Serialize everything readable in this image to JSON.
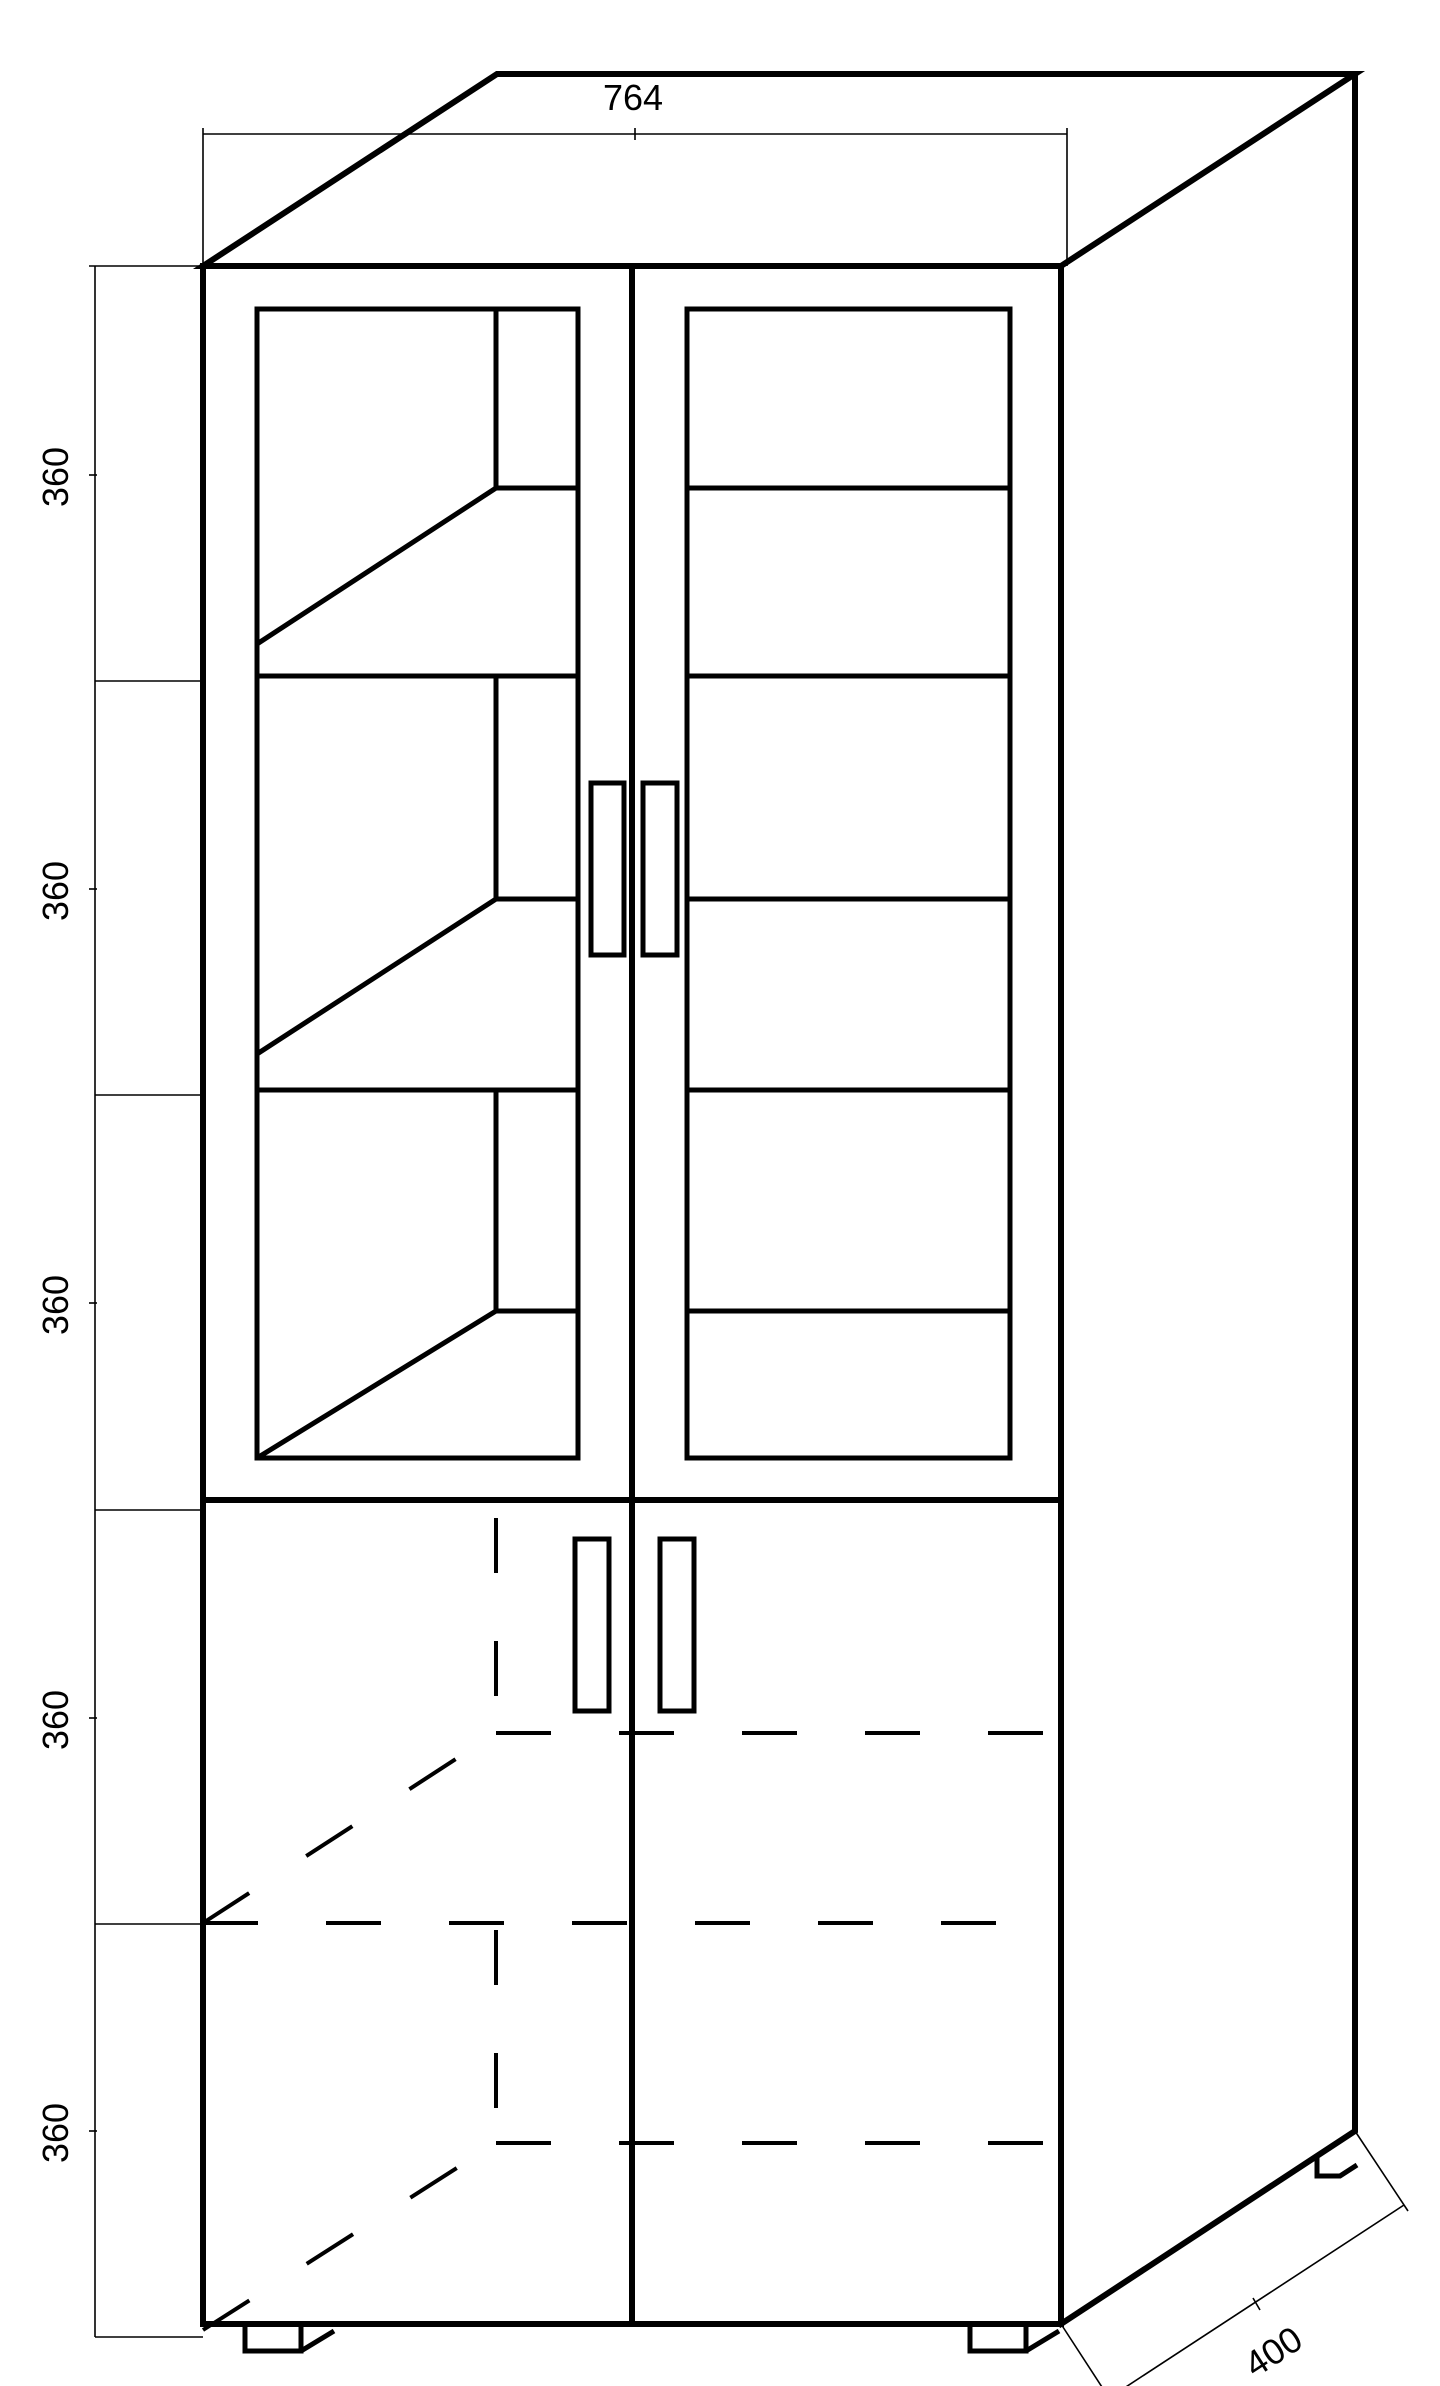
{
  "dimensions": {
    "width": "764",
    "depth": "400",
    "heights": [
      "360",
      "360",
      "360",
      "360",
      "360"
    ]
  },
  "colors": {
    "line": "#000000",
    "background": "#ffffff"
  }
}
